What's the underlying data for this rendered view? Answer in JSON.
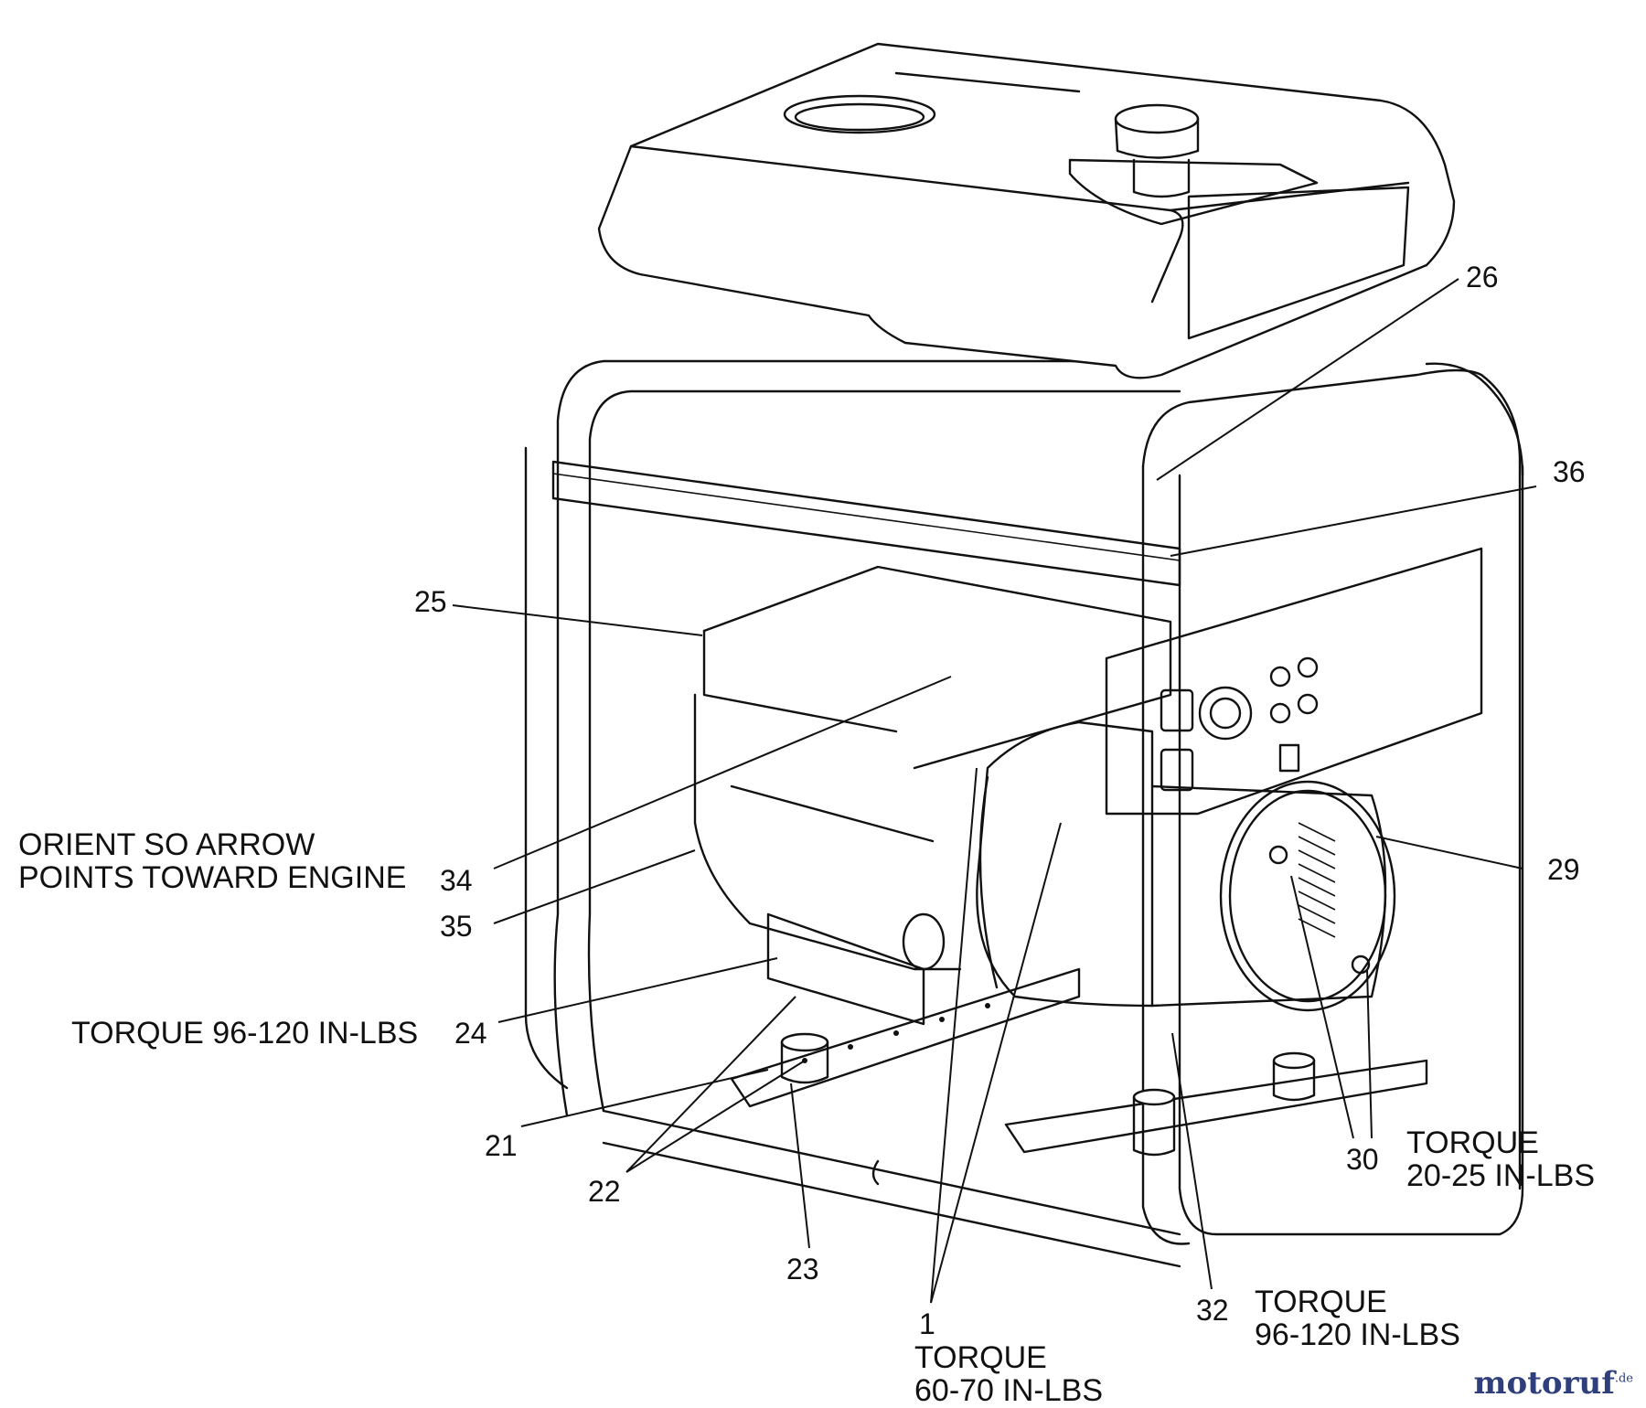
{
  "callouts": {
    "c26": "26",
    "c36": "36",
    "c25": "25",
    "c29": "29",
    "c34": "34",
    "c35": "35",
    "c24": "24",
    "c21": "21",
    "c22": "22",
    "c23": "23",
    "c1": "1",
    "c32": "32",
    "c30": "30"
  },
  "notes": {
    "orient_line1": "ORIENT SO ARROW",
    "orient_line2": "POINTS TOWARD ENGINE",
    "torque_24": "TORQUE 96-120 IN-LBS",
    "torque_30_line1": "TORQUE",
    "torque_30_line2": "20-25 IN-LBS",
    "torque_32_line1": "TORQUE",
    "torque_32_line2": "96-120 IN-LBS",
    "torque_1_line1": "TORQUE",
    "torque_1_line2": "60-70 IN-LBS"
  },
  "watermark": {
    "main": "motoruf",
    "suffix": ".de"
  }
}
